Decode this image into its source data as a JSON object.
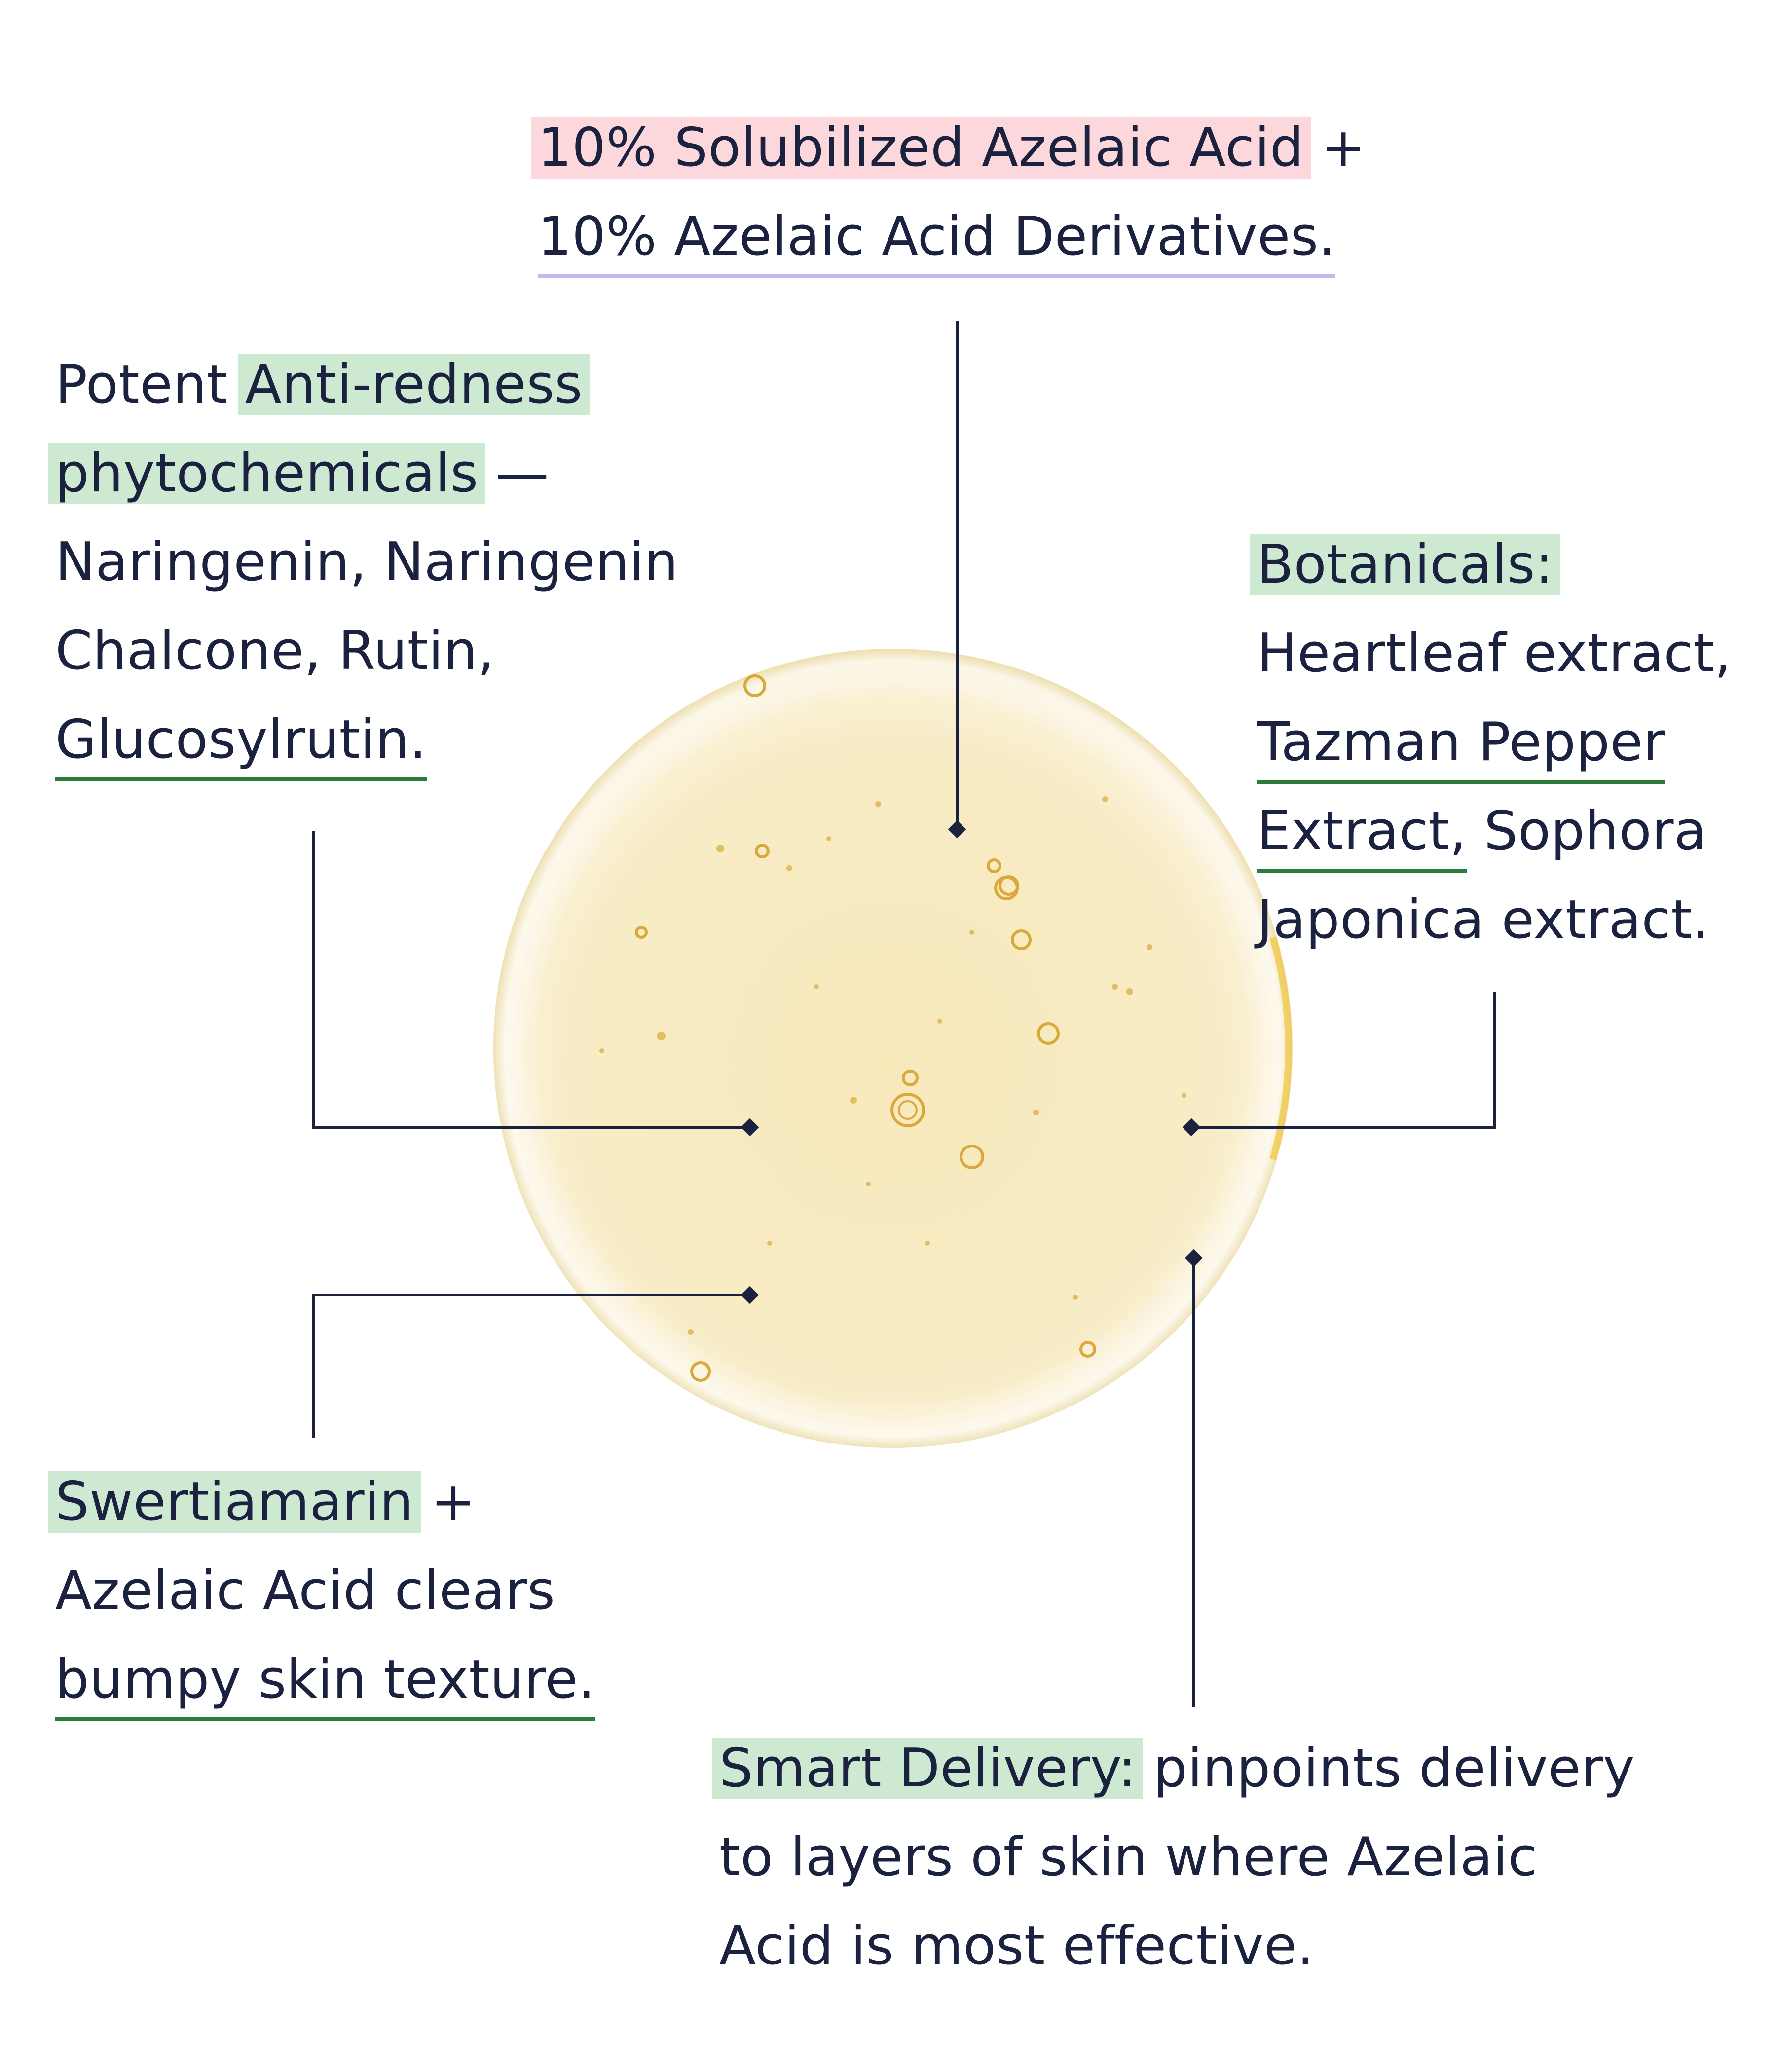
{
  "colors": {
    "text": "#1b2240",
    "connector": "#1b2240",
    "highlight_green": "#cde9d2",
    "highlight_pink": "#fcd8dd",
    "underline_green": "#2e7a3a",
    "underline_purple": "#c6b8ee",
    "droplet_fill": "#f7ecc3",
    "droplet_edge": "#f1e4b3",
    "bubble": "#e0b54a"
  },
  "callouts": {
    "top": {
      "line1_highlight": "10% Solubilized Azelaic Acid",
      "line1_rest": " +",
      "line2": "10% Azelaic Acid Derivatives."
    },
    "left": {
      "line1_plain": "Potent ",
      "line1_highlight": "Anti-redness",
      "line2_highlight": "phytochemicals",
      "line2_rest": " —",
      "line3": "Naringenin, Naringenin",
      "line4": "Chalcone, Rutin,",
      "line5": "Glucosylrutin."
    },
    "right": {
      "line1_highlight": "Botanicals:",
      "line2": "Heartleaf extract,",
      "line3": "Tazman Pepper",
      "line4_underlined": "Extract,",
      "line4_rest": " Sophora",
      "line5": "Japonica extract."
    },
    "bottom_left": {
      "line1_highlight": "Swertiamarin",
      "line1_rest": " +",
      "line2": "Azelaic Acid clears",
      "line3": "bumpy skin texture."
    },
    "bottom_right": {
      "line1_highlight": "Smart Delivery:",
      "line1_rest": " pinpoints delivery",
      "line2": "to layers of skin where Azelaic",
      "line3": "Acid is most effective."
    }
  }
}
